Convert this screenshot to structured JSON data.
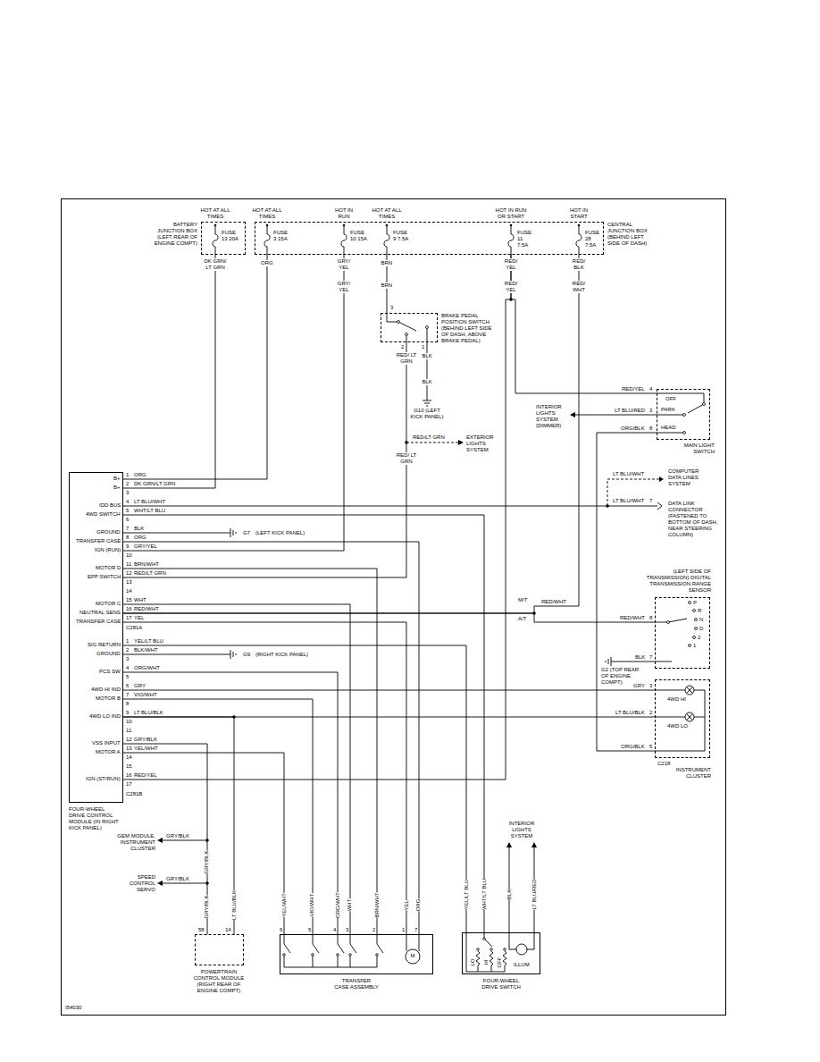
{
  "diagram": {
    "nodes": [
      {
        "text": [
          "BATTERY JUNCTION BOX (LEFT REAR OF ENGINE COMPT)"
        ]
      },
      {
        "text": [
          "CENTRAL JUNCTION BOX (BEHIND LEFT SIDE OF DASH)"
        ]
      },
      {
        "text": [
          "BRAKE PEDAL POSITION SWITCH (BEHIND LEFT SIDE OF DASH, ABOVE BRAKE PEDAL)"
        ]
      },
      {
        "text": [
          "MAIN LIGHT SWITCH"
        ]
      },
      {
        "text": [
          "FOUR-WHEEL DRIVE CONTROL MODULE (IN RIGHT KICK PANEL)"
        ]
      },
      {
        "text": [
          "(LEFT SIDE OF TRANSMISSION) DIGITAL TRANSMISSION RANGE SENSOR"
        ]
      },
      {
        "text": [
          "INSTRUMENT CLUSTER"
        ]
      },
      {
        "text": [
          "POWERTRAIN CONTROL MODULE (RIGHT REAR OF ENGINE COMPT)"
        ]
      },
      {
        "text": [
          "TRANSFER CASE ASSEMBLY"
        ]
      },
      {
        "text": [
          "FOUR-WHEEL DRIVE SWITCH"
        ]
      }
    ],
    "edges": [
      {
        "from": 4,
        "to": 0,
        "arrow": "none"
      },
      {
        "from": 4,
        "to": 1,
        "arrow": "none"
      },
      {
        "from": 4,
        "to": 1,
        "arrow": "none"
      },
      {
        "from": 1,
        "to": 2,
        "arrow": "none"
      },
      {
        "from": 4,
        "to": 2,
        "arrow": "none"
      },
      {
        "from": 1,
        "to": 3,
        "arrow": "none"
      },
      {
        "from": 4,
        "to": 1,
        "arrow": "none"
      },
      {
        "from": 4,
        "to": 1,
        "arrow": "none"
      },
      {
        "from": 4,
        "to": 5,
        "arrow": "none"
      },
      {
        "from": 3,
        "to": 6,
        "arrow": "none"
      },
      {
        "from": 4,
        "to": 6,
        "arrow": "none"
      },
      {
        "from": 4,
        "to": 6,
        "arrow": "none"
      },
      {
        "from": 4,
        "to": 7,
        "arrow": "none"
      },
      {
        "from": 4,
        "to": 7,
        "arrow": "none"
      },
      {
        "from": 4,
        "to": 8,
        "arrow": "none"
      },
      {
        "from": 4,
        "to": 8,
        "arrow": "none"
      },
      {
        "from": 4,
        "to": 8,
        "arrow": "none"
      },
      {
        "from": 4,
        "to": 8,
        "arrow": "none"
      },
      {
        "from": 4,
        "to": 8,
        "arrow": "none"
      },
      {
        "from": 4,
        "to": 8,
        "arrow": "none"
      },
      {
        "from": 4,
        "to": 8,
        "arrow": "none"
      },
      {
        "from": 4,
        "to": 9,
        "arrow": "none"
      },
      {
        "from": 4,
        "to": 9,
        "arrow": "none"
      }
    ],
    "labels": [
      "HOT AT ALL TIMES",
      "FUSE 13 20A",
      "HOT AT ALL TIMES",
      "FUSE 3 15A",
      "HOT IN RUN",
      "FUSE 10 15A",
      "HOT AT ALL TIMES",
      "FUSE 9 7.5A",
      "HOT IN RUN OR START",
      "FUSE 11 7.5A",
      "HOT IN START",
      "FUSE 28 7.5A",
      "DK GRN/ LT GRN",
      "ORG",
      "GRY/ YEL",
      "BRN",
      "RED/ YEL",
      "RED/ BLK",
      "GRY/ YEL",
      "BRN",
      "RED/ YEL",
      "RED/ WHT",
      "3",
      "2",
      "1",
      "RED/ LT GRN",
      "BLK",
      "BLK",
      "G10 (LEFT KICK PANEL)",
      "RED/LT GRN",
      "EXTERIOR LIGHTS SYSTEM",
      "RED/ LT GRN",
      "RED/YEL",
      "4",
      "LT BLU/RED",
      "3",
      "ORG/BLK",
      "8",
      "OFF",
      "PARK",
      "HEAD",
      "INTERIOR LIGHTS SYSTEM (DIMMER)",
      "LT BLU/WHT",
      "COMPUTER DATA LINES SYSTEM",
      "LT BLU/WHT",
      "7",
      "DATA LINK CONNECTOR (FASTENED TO BOTTOM OF DASH, NEAR STEERING COLUMN)",
      "G7",
      "(LEFT KICK PANEL)",
      "G9",
      "(RIGHT KICK PANEL)",
      "B+",
      "B+",
      "IDD BUS",
      "4WD SWITCH",
      "GROUND",
      "TRANSFER CASE",
      "IGN (RUN)",
      "MOTOR D",
      "EPP SWITCH",
      "MOTOR C",
      "NEUTRAL SENS",
      "TRANSFER CASE",
      "1",
      "2",
      "3",
      "4",
      "5",
      "6",
      "7",
      "8",
      "9",
      "10",
      "11",
      "12",
      "13",
      "14",
      "15",
      "16",
      "17",
      "C281A",
      "ORG",
      "DK GRN/LT GRN",
      "LT BLU/WHT",
      "WHT/LT BLU",
      "BLK",
      "ORG",
      "GRY/YEL",
      "BRN/WHT",
      "RED/LT GRN",
      "WHT",
      "RED/WHT",
      "YEL",
      "SIG RETURN",
      "GROUND",
      "PCS SW",
      "4WD HI IND",
      "MOTOR B",
      "4WD LO IND",
      "VSS INPUT",
      "MOTOR A",
      "IGN (ST/RUN)",
      "1",
      "2",
      "3",
      "4",
      "5",
      "6",
      "7",
      "8",
      "9",
      "10",
      "11",
      "12",
      "13",
      "14",
      "15",
      "16",
      "17",
      "C281B",
      "YEL/LT BLU",
      "BLK/WHT",
      "ORG/WHT",
      "GRY",
      "VIO/WHT",
      "LT BLU/BLK",
      "GRY/BLK",
      "YEL/WHT",
      "RED/YEL",
      "M/T",
      "RED/WHT",
      "A/T",
      "RED/WHT",
      "8",
      "P",
      "R",
      "N",
      "D",
      "2",
      "1",
      "BLK",
      "7",
      "G2 (TOP REAR OF ENGINE COMPT)",
      "GRY",
      "3",
      "LT BLU/BLK",
      "2",
      "ORG/BLK",
      "5",
      "4WD HI",
      "4WD LO",
      "C218",
      "GRY/BLK",
      "GEM MODULE, INSTRUMENT CLUSTER",
      "GRY/BLK",
      "SPEED CONTROL SERVO",
      "GRY/BLK",
      "GRY/BLK",
      "LT BLU/BLK",
      "58",
      "14",
      "YEL/WHT",
      "VIO/WHT",
      "ORG/WHT",
      "WHT",
      "BRN/WHT",
      "YEL",
      "ORG",
      "6",
      "5",
      "4",
      "3",
      "2",
      "1",
      "7",
      "M",
      "YEL/LT BLU",
      "WHT/LT BLU",
      "BLK",
      "LT BLU/RED",
      "INTERIOR LIGHTS SYSTEM",
      "LO",
      "HI",
      "OFF",
      "ILLUM",
      "I54030"
    ]
  }
}
